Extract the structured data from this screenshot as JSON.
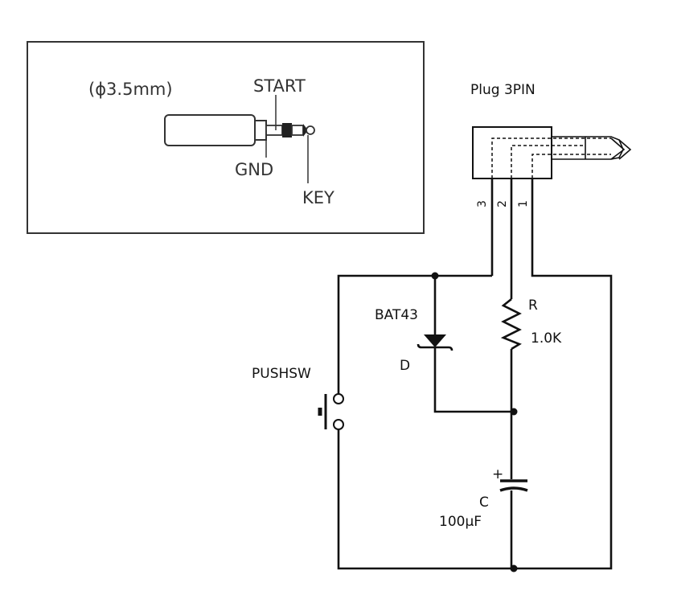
{
  "inset": {
    "diameter_label": "(ϕ3.5mm)",
    "start_label": "START",
    "gnd_label": "GND",
    "key_label": "KEY"
  },
  "plug": {
    "title": "Plug 3PIN",
    "pins": [
      "1",
      "2",
      "3"
    ]
  },
  "components": {
    "diode_part": "BAT43",
    "diode_ref": "D",
    "resistor_ref": "R",
    "resistor_value": "1.0K",
    "switch_ref": "PUSHSW",
    "capacitor_ref": "C",
    "capacitor_value": "100μF",
    "capacitor_polarity": "+"
  }
}
